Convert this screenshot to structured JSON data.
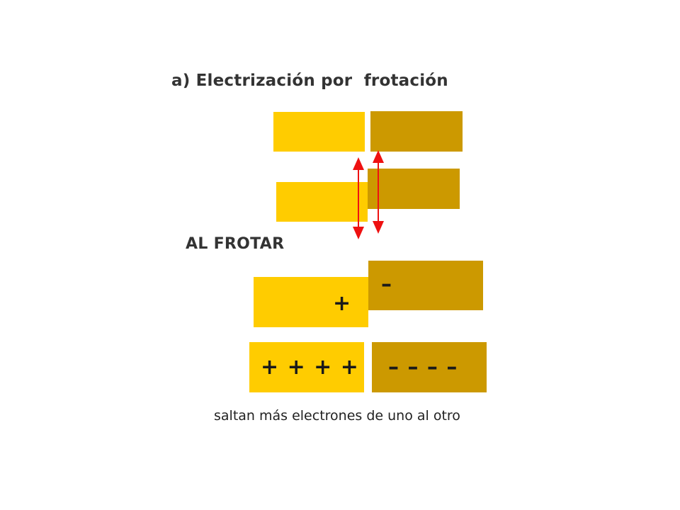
{
  "diagram": {
    "title": "a) Electrización por  frotación",
    "rub_label": "AL FROTAR",
    "caption": "saltan más electrones de uno al otro",
    "colors": {
      "light_material": "#ffcc00",
      "dark_material": "#cc9900",
      "arrow": "#ee1111"
    },
    "charges": {
      "row3_left": "+",
      "row3_right": "–",
      "row4_left": "+ + + +",
      "row4_right": "– – – –"
    }
  }
}
